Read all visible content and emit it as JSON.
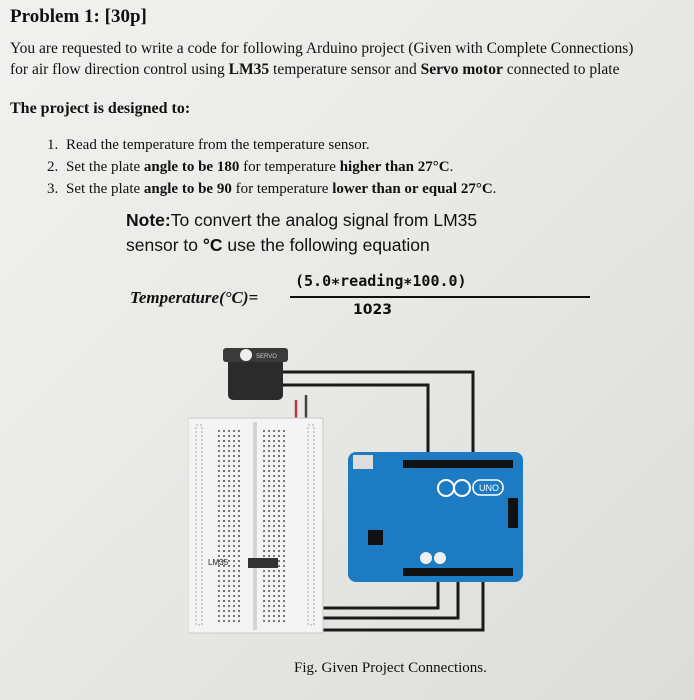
{
  "problem": {
    "title": "Problem 1: [30p]",
    "intro_part1": "You are requested to write a code for following Arduino project (Given with Complete Connections)",
    "intro_part2": "for air flow direction control using ",
    "intro_sensor": "LM35",
    "intro_part3": " temperature sensor and ",
    "intro_motor": "Servo motor",
    "intro_part4": " connected to plate",
    "designed_heading": "The project is designed to:"
  },
  "steps": [
    {
      "number": "1.",
      "text": "Read the temperature from the temperature sensor."
    },
    {
      "number": "2.",
      "pre": "Set the plate ",
      "bold1": "angle to be 180",
      "mid": " for temperature ",
      "bold2": "higher than 27°C",
      "post": "."
    },
    {
      "number": "3.",
      "pre": "Set the plate ",
      "bold1": "angle to be 90",
      "mid": " for temperature ",
      "bold2": "lower than or equal 27°C",
      "post": "."
    }
  ],
  "note": {
    "label": "Note:",
    "line1": "To convert the analog signal from LM35",
    "line2_pre": "sensor to ",
    "line2_unit": "°C",
    "line2_post": " use the following equation"
  },
  "equation": {
    "lhs": "Temperature(°C)=",
    "numerator": "(5.0∗reading∗100.0)",
    "denominator": "1023"
  },
  "figure": {
    "sensor_label": "LM35",
    "board_label": "UNO",
    "servo_label": "SERVO",
    "caption": "Fig. Given Project Connections."
  },
  "colors": {
    "arduino": "#1d7bc4",
    "breadboard": "#f4f4f4",
    "servo": "#2b2b2b",
    "wire": "#1a1a1a"
  }
}
